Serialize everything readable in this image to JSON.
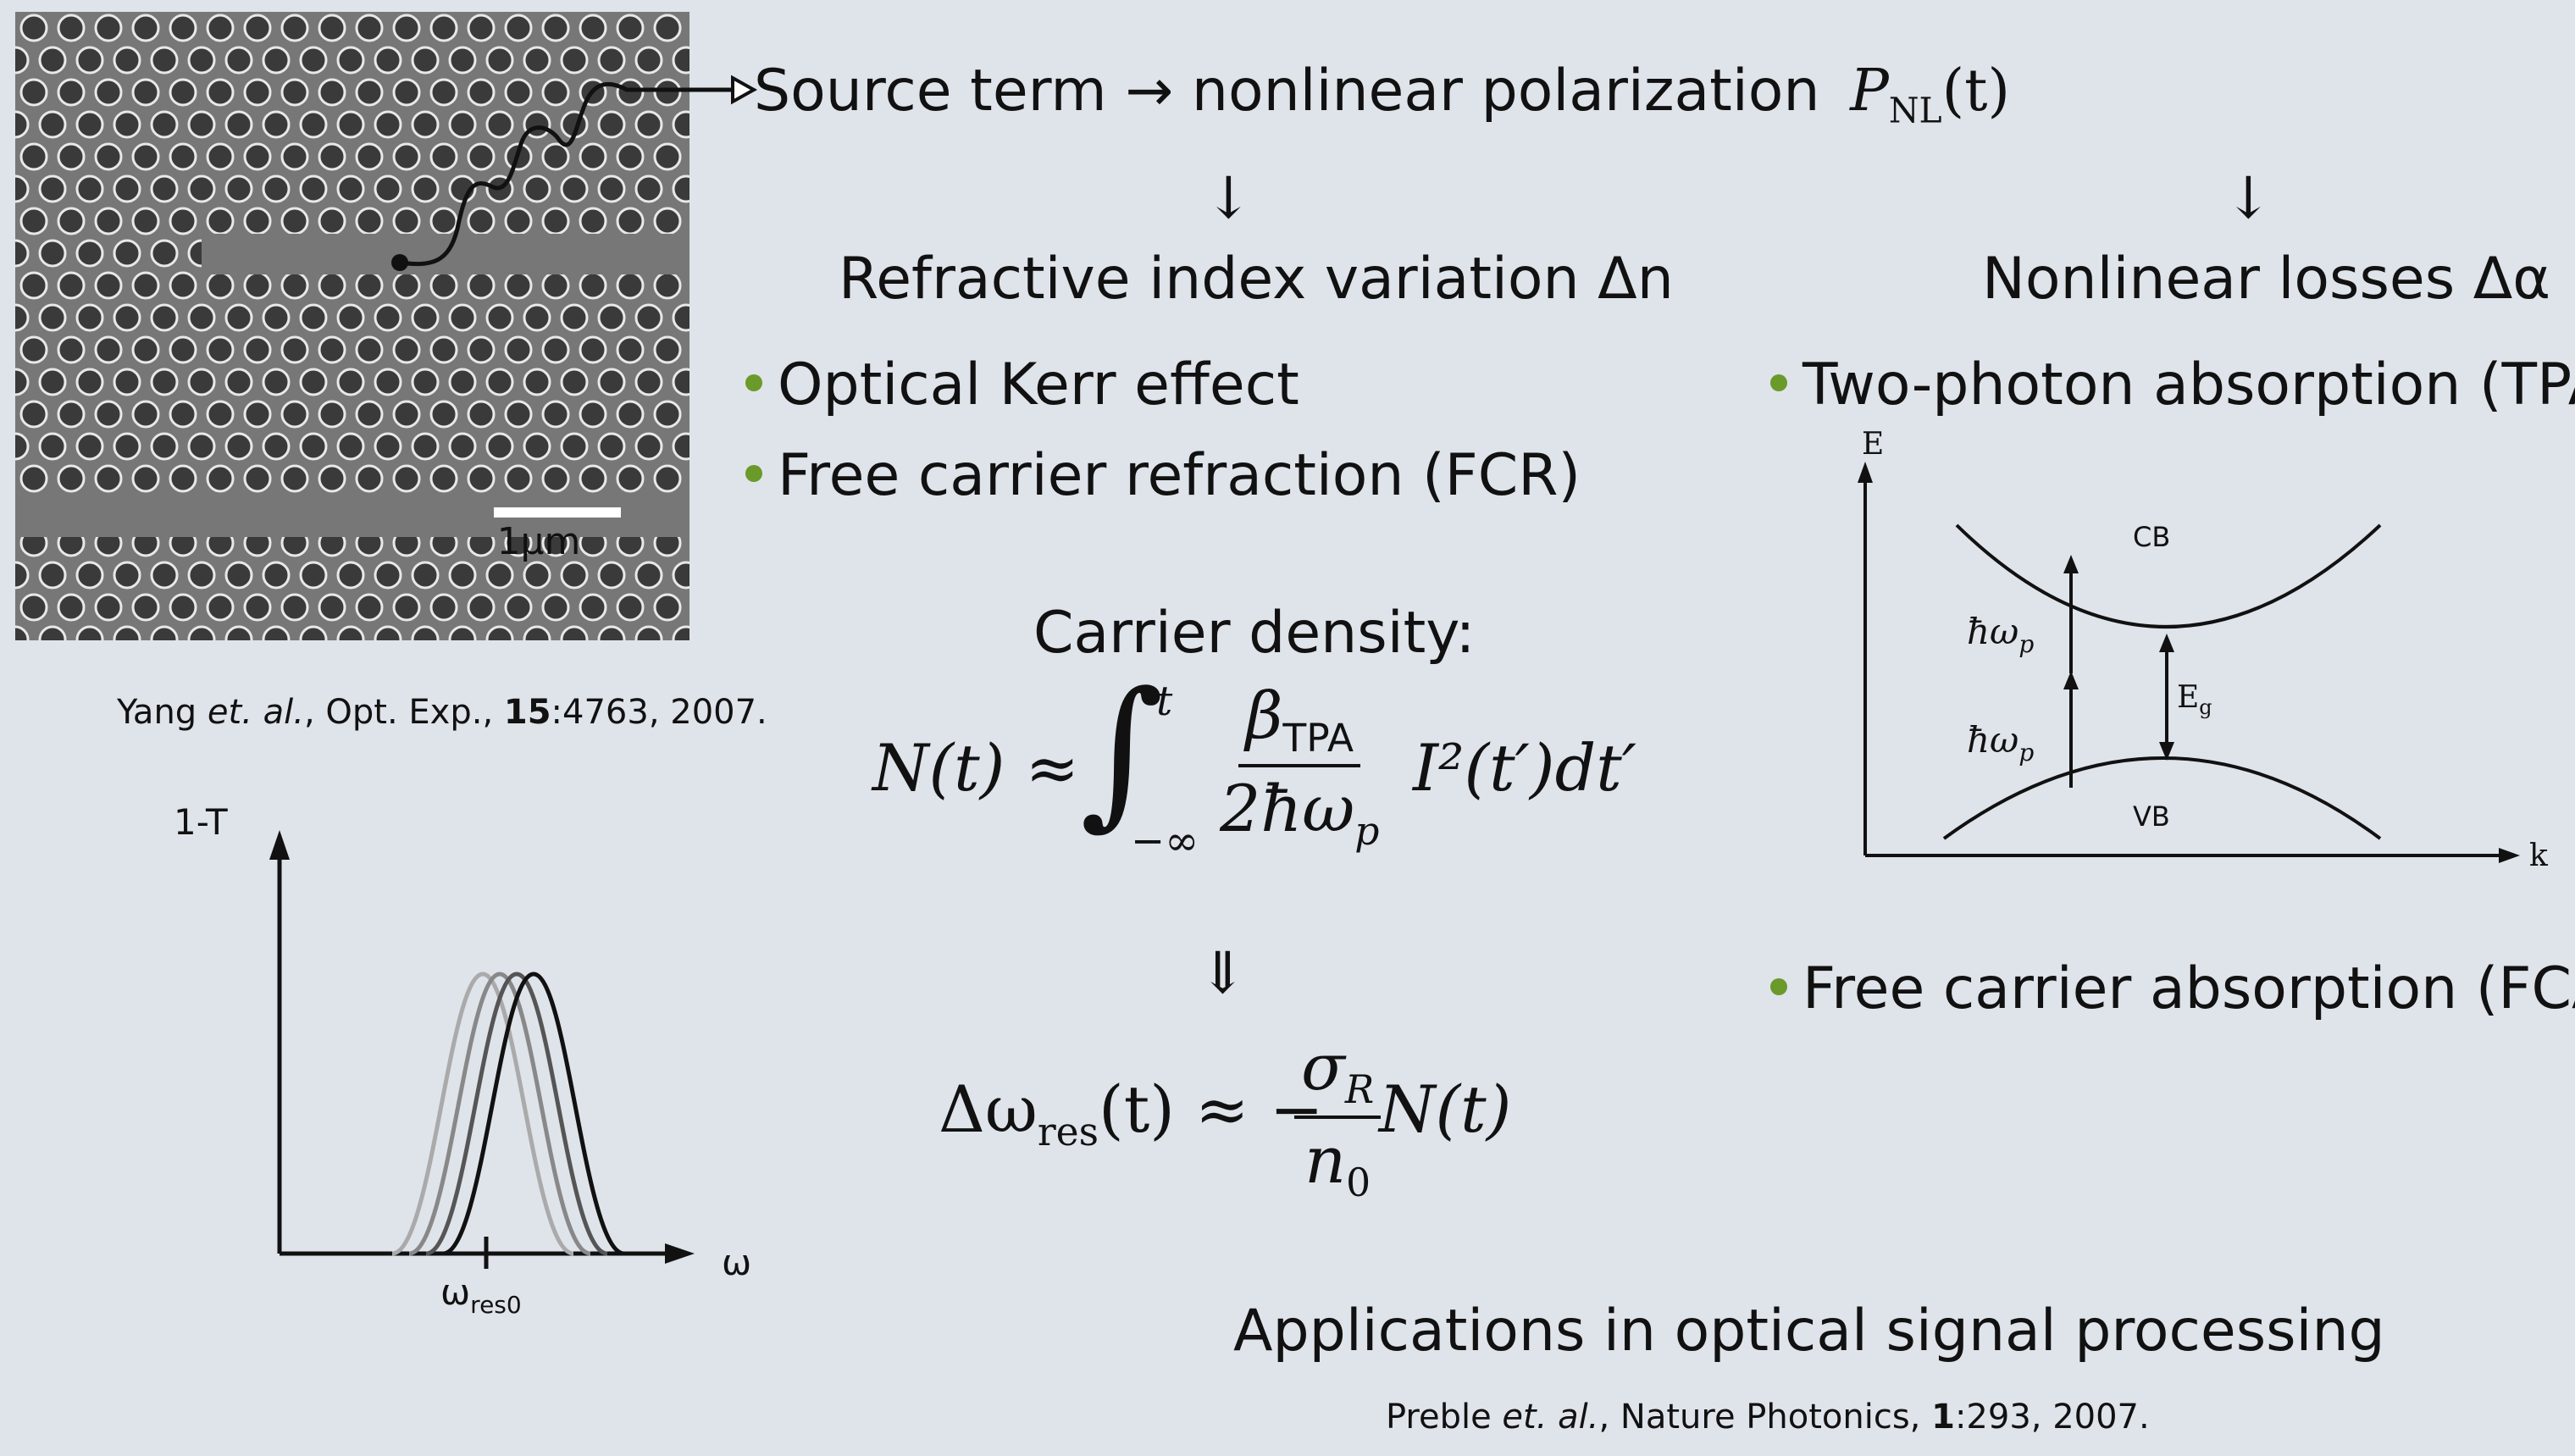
{
  "header": {
    "source_term": "Source term → nonlinear polarization",
    "pnl_symbol": "P",
    "pnl_sub": "NL",
    "pnl_arg": "(t)"
  },
  "arrows": {
    "down": "↓",
    "double_down": "⇓"
  },
  "left_branch": {
    "title": "Refractive index variation Δn",
    "bullets": [
      "Optical Kerr effect",
      "Free carrier refraction (FCR)"
    ]
  },
  "right_branch": {
    "title": "Nonlinear losses Δα",
    "bullets": [
      "Two-photon absorption (TPA)",
      "Free carrier absorption (FCA)"
    ]
  },
  "carrier": {
    "label": "Carrier density:",
    "lhs": "N(t) ≈",
    "int_upper": "t",
    "int_lower": "−∞",
    "beta": "β",
    "beta_sub": "TPA",
    "denominator": "2ħω",
    "den_sub": "p",
    "tail": "I²(t′)dt′"
  },
  "shift": {
    "lhs": "Δω",
    "lhs_sub": "res",
    "lhs_arg": "(t) ≈ −",
    "num": "σ",
    "num_sub": "R",
    "den": "n",
    "den_sub": "0",
    "tail": "N(t)"
  },
  "sem_image": {
    "scale_bar_label": "1μm"
  },
  "citations": {
    "yang": {
      "authors": "Yang ",
      "etal": "et. al.",
      "journal": ", Opt. Exp., ",
      "volume": "15",
      "rest": ":4763, 2007."
    },
    "preble": {
      "authors": "Preble ",
      "etal": "et. al.",
      "journal": ", Nature Photonics, ",
      "volume": "1",
      "rest": ":293, 2007."
    }
  },
  "transmission_plot": {
    "y_label": "1-T",
    "x_label": "ω",
    "x_tick": "ω",
    "x_tick_sub": "res0"
  },
  "band_diagram": {
    "y_label": "E",
    "x_label": "k",
    "cb_label": "CB",
    "vb_label": "VB",
    "photon_label": "ħω",
    "photon_sub": "p",
    "gap_label": "E",
    "gap_sub": "g"
  },
  "applications": "Applications in optical signal processing"
}
